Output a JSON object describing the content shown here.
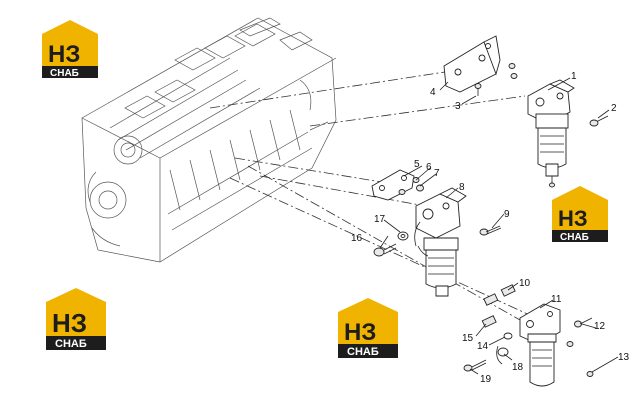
{
  "callouts": [
    {
      "id": "c1",
      "text": "1"
    },
    {
      "id": "c2",
      "text": "2"
    },
    {
      "id": "c3",
      "text": "3"
    },
    {
      "id": "c4",
      "text": "4"
    },
    {
      "id": "c5",
      "text": "5"
    },
    {
      "id": "c6",
      "text": "6"
    },
    {
      "id": "c7",
      "text": "7"
    },
    {
      "id": "c8",
      "text": "8"
    },
    {
      "id": "c9",
      "text": "9"
    },
    {
      "id": "c10",
      "text": "10"
    },
    {
      "id": "c11",
      "text": "11"
    },
    {
      "id": "c12",
      "text": "12"
    },
    {
      "id": "c13",
      "text": "13"
    },
    {
      "id": "c14",
      "text": "14"
    },
    {
      "id": "c15",
      "text": "15"
    },
    {
      "id": "c16",
      "text": "16"
    },
    {
      "id": "c17",
      "text": "17"
    },
    {
      "id": "c18",
      "text": "18"
    },
    {
      "id": "c19",
      "text": "19"
    }
  ],
  "watermark": {
    "logo_text": "НЗ",
    "logo_subtext": "СНАБ",
    "accent_color": "#f0b400",
    "dark_color": "#1d1d1d"
  }
}
